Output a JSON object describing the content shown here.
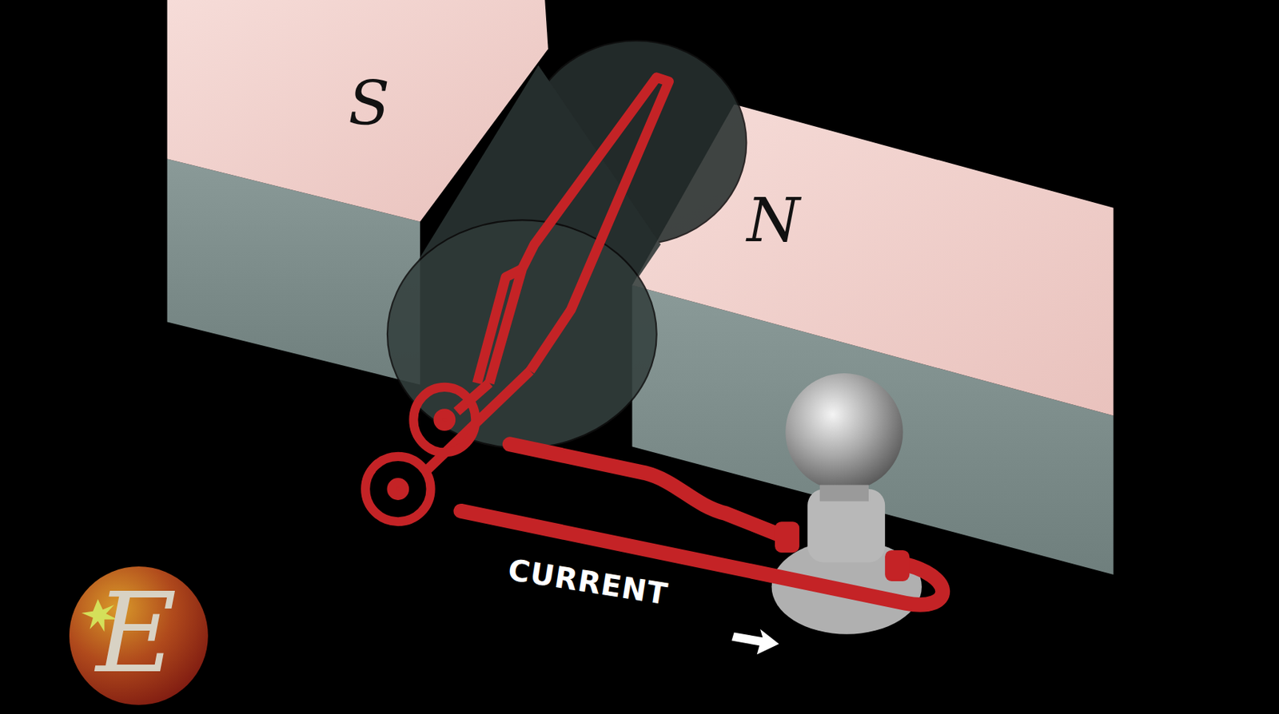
{
  "diagram": {
    "labels": [
      "S",
      "N",
      "CURRENT",
      "E"
    ]
  }
}
